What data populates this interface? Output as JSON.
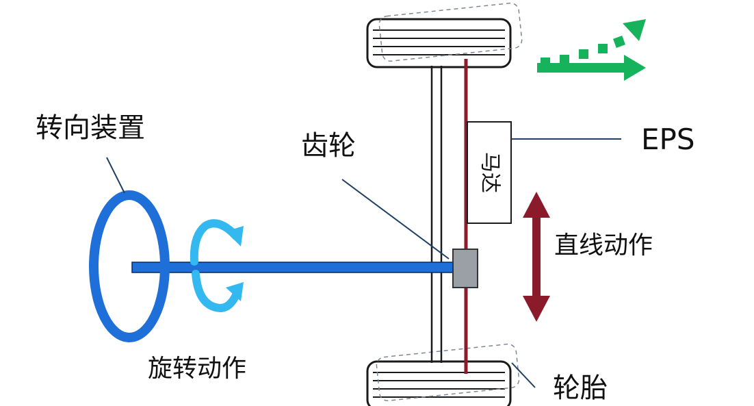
{
  "labels": {
    "steering_device": "转向装置",
    "gear": "齿轮",
    "eps": "EPS",
    "motor": "马达",
    "linear_motion": "直线动作",
    "rotation_motion": "旋转动作",
    "tire": "轮胎"
  },
  "colors": {
    "steering_wheel": "#1f6fd8",
    "shaft": "#1f6fd8",
    "rotation_arrow": "#34b8f0",
    "rack": "#8b1a2b",
    "linear_arrow": "#8b1a2b",
    "direction_arrow": "#16b35c",
    "gear_box": "#9aa0a6",
    "leader_line": "#1f3f66",
    "text": "#111111"
  },
  "icons": {
    "steering_wheel": "steering-wheel-icon",
    "rotation": "rotation-arrow-icon",
    "linear": "double-headed-arrow-icon",
    "direction": "forward-arrow-icon"
  }
}
